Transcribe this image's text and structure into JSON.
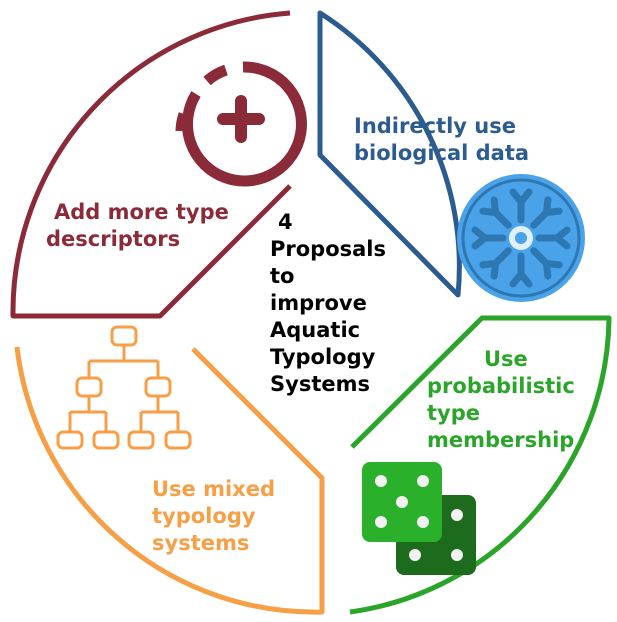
{
  "center_title": [
    "4",
    "Proposals",
    "to",
    "improve",
    "Aquatic",
    "Typology",
    "Systems"
  ],
  "quadrants": {
    "top_left": {
      "lines": [
        "Add more type",
        "descriptors"
      ],
      "color": "#8b2a39",
      "icon": "plus-circle-icon"
    },
    "top_right": {
      "lines": [
        "Indirectly use",
        "biological data"
      ],
      "color": "#2c5c8f",
      "icon": "diatom-icon"
    },
    "bottom_right": {
      "lines": [
        "Use",
        "probabilistic",
        "type",
        "membership"
      ],
      "color": "#2aa52a",
      "icon": "dice-icon"
    },
    "bottom_left": {
      "lines": [
        "Use mixed",
        "typology",
        "systems"
      ],
      "color": "#f79f47",
      "icon": "hierarchy-icon"
    }
  },
  "colors": {
    "diatom_blue": "#4aa3e8",
    "diatom_dark": "#2d77b3",
    "dice_light": "#2bb02b",
    "dice_dark": "#1d6b1d"
  }
}
